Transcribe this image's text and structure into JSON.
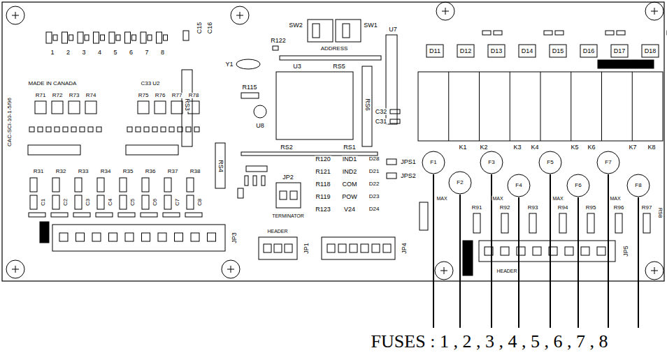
{
  "diagram": {
    "nodes": [
      {
        "text": [
          "F1"
        ]
      },
      {
        "text": [
          "F2"
        ]
      },
      {
        "text": [
          "F3"
        ]
      },
      {
        "text": [
          "F4"
        ]
      },
      {
        "text": [
          "F5"
        ]
      },
      {
        "text": [
          "F6"
        ]
      },
      {
        "text": [
          "F7"
        ]
      },
      {
        "text": [
          "F8"
        ]
      }
    ],
    "labels": [
      "1",
      "2",
      "3",
      "4",
      "5",
      "6",
      "7",
      "8",
      "C16",
      "C15",
      "R122",
      "SW2",
      "SW1",
      "ADDRESS",
      "U7",
      "Y1",
      "U3",
      "RS5",
      "RS6",
      "RS3",
      "R115",
      "U8",
      "C32",
      "C31",
      "RS2",
      "RS1",
      "JPS1",
      "JPS2",
      "RS4",
      "R120",
      "IND1",
      "R121",
      "IND2",
      "R118",
      "COM",
      "R119",
      "POW",
      "R123",
      "V24",
      "D28",
      "D21",
      "D22",
      "D23",
      "D24",
      "JP2",
      "TERMINATOR",
      "HEADER",
      "JP1",
      "JP4",
      "JP3",
      "MADE IN CANADA",
      "CAC-SCI-10-1-5/96",
      "C33 U2",
      "R71",
      "R72",
      "R73",
      "R74",
      "R75",
      "R76",
      "R77",
      "R78",
      "R31",
      "R32",
      "R33",
      "R34",
      "R35",
      "R36",
      "R37",
      "R38",
      "C1",
      "C2",
      "C3",
      "C4",
      "C5",
      "C6",
      "C7",
      "C8",
      "D11",
      "D12",
      "D13",
      "D14",
      "D15",
      "D16",
      "D17",
      "D18",
      "K1",
      "K2",
      "K3",
      "K4",
      "K5",
      "K6",
      "K7",
      "K8",
      "MAX",
      "MAX",
      "MAX",
      "MAX",
      "R91",
      "R92",
      "R93",
      "R94",
      "R95",
      "R96",
      "R97",
      "R98",
      "JP5",
      "HEADER",
      "FUSES : 1 , 2 , 3 , 4 , 5 , 6 , 7 , 8"
    ]
  }
}
